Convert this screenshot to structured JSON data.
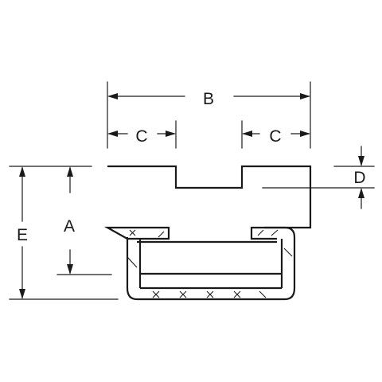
{
  "labels": {
    "B": "B",
    "C_left": "C",
    "C_right": "C",
    "D": "D",
    "E": "E",
    "A": "A"
  }
}
